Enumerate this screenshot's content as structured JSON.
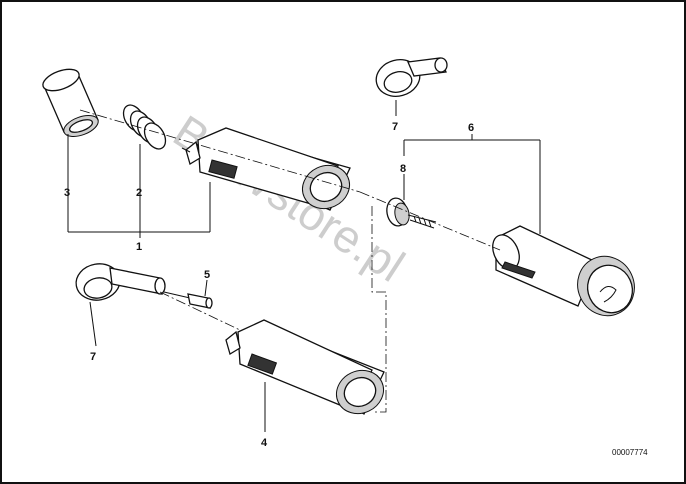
{
  "diagram": {
    "callouts": [
      {
        "id": "c1",
        "label": "1"
      },
      {
        "id": "c2",
        "label": "2"
      },
      {
        "id": "c3",
        "label": "3"
      },
      {
        "id": "c4",
        "label": "4"
      },
      {
        "id": "c5",
        "label": "5"
      },
      {
        "id": "c6",
        "label": "6"
      },
      {
        "id": "c7a",
        "label": "7"
      },
      {
        "id": "c7b",
        "label": "7"
      },
      {
        "id": "c8",
        "label": "8"
      }
    ],
    "drawing_number": "00007774",
    "watermark": "BMWstore.pl"
  }
}
